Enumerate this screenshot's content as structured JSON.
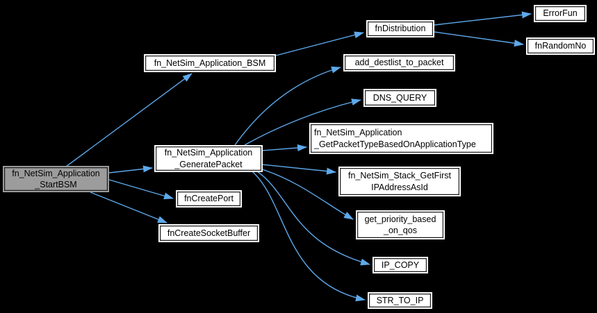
{
  "colors": {
    "background": "#000000",
    "edge": "#5da9ec",
    "node_fill": "#ffffff",
    "node_border": "#1c1c1c",
    "highlight_node_fill": "#9c9c9c",
    "text": "#000000"
  },
  "graph": {
    "type": "call-graph",
    "nodes": {
      "start_bsm": {
        "label": "fn_NetSim_Application\n_StartBSM",
        "highlighted": true
      },
      "bsm": {
        "label": "fn_NetSim_Application_BSM"
      },
      "distribution": {
        "label": "fnDistribution"
      },
      "error_fun": {
        "label": "ErrorFun"
      },
      "random_no": {
        "label": "fnRandomNo"
      },
      "add_destlist": {
        "label": "add_destlist_to_packet"
      },
      "dns_query": {
        "label": "DNS_QUERY"
      },
      "generate_packet": {
        "label": "fn_NetSim_Application\n_GeneratePacket"
      },
      "get_packet_type": {
        "label": "fn_NetSim_Application\n_GetPacketTypeBasedOnApplicationType"
      },
      "stack_get_first": {
        "label": "fn_NetSim_Stack_GetFirst\nIPAddressAsId"
      },
      "get_priority": {
        "label": "get_priority_based\n_on_qos"
      },
      "ip_copy": {
        "label": "IP_COPY"
      },
      "str_to_ip": {
        "label": "STR_TO_IP"
      },
      "create_port": {
        "label": "fnCreatePort"
      },
      "create_socket_buffer": {
        "label": "fnCreateSocketBuffer"
      }
    },
    "edges": [
      {
        "from": "start_bsm",
        "to": "bsm"
      },
      {
        "from": "start_bsm",
        "to": "generate_packet"
      },
      {
        "from": "start_bsm",
        "to": "create_port"
      },
      {
        "from": "start_bsm",
        "to": "create_socket_buffer"
      },
      {
        "from": "bsm",
        "to": "distribution"
      },
      {
        "from": "distribution",
        "to": "error_fun"
      },
      {
        "from": "distribution",
        "to": "random_no"
      },
      {
        "from": "generate_packet",
        "to": "add_destlist"
      },
      {
        "from": "generate_packet",
        "to": "dns_query"
      },
      {
        "from": "generate_packet",
        "to": "get_packet_type"
      },
      {
        "from": "generate_packet",
        "to": "stack_get_first"
      },
      {
        "from": "generate_packet",
        "to": "get_priority"
      },
      {
        "from": "generate_packet",
        "to": "ip_copy"
      },
      {
        "from": "generate_packet",
        "to": "str_to_ip"
      }
    ]
  }
}
